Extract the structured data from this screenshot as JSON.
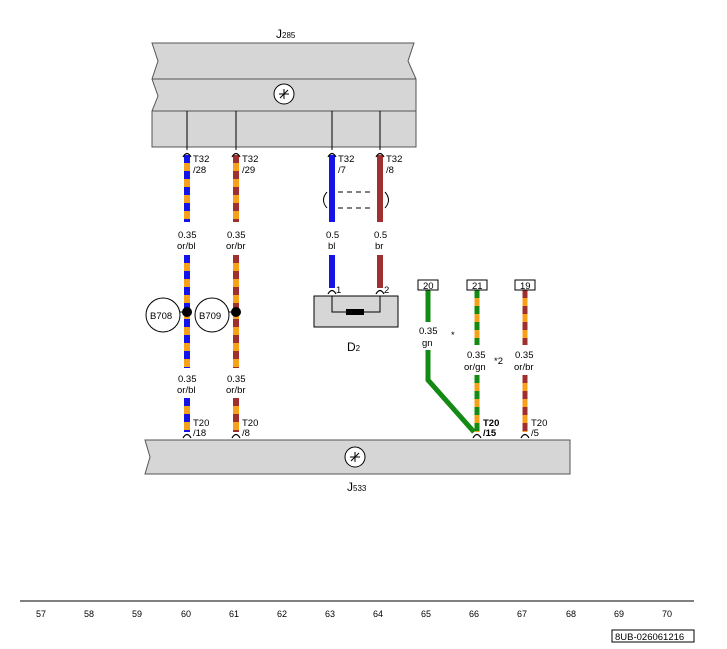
{
  "components": {
    "j285": {
      "label": "J",
      "sub": "285"
    },
    "j533": {
      "label": "J",
      "sub": "533"
    },
    "d2": {
      "label": "D",
      "sub": "2"
    }
  },
  "connectors_top": [
    {
      "line1": "T32",
      "line2": "/28"
    },
    {
      "line1": "T32",
      "line2": "/29"
    },
    {
      "line1": "T32",
      "line2": "/7"
    },
    {
      "line1": "T32",
      "line2": "/8"
    }
  ],
  "wire_specs": [
    {
      "size": "0.35",
      "color": "or/bl"
    },
    {
      "size": "0.35",
      "color": "or/br"
    },
    {
      "size": "0.5",
      "color": "bl"
    },
    {
      "size": "0.5",
      "color": "br"
    },
    {
      "size": "0.35",
      "color": "or/bl"
    },
    {
      "size": "0.35",
      "color": "or/br"
    },
    {
      "size": "0.35",
      "color": "gn"
    },
    {
      "size": "0.35",
      "color": "or/gn"
    },
    {
      "size": "0.35",
      "color": "or/br"
    }
  ],
  "splices": [
    {
      "label": "B708"
    },
    {
      "label": "B709"
    }
  ],
  "d2_pins": [
    "1",
    "2"
  ],
  "ref_boxes": [
    "20",
    "21",
    "19"
  ],
  "note_marker": "*2",
  "note_dot": "*",
  "connectors_bottom": [
    {
      "line1": "T20",
      "line2": "/18"
    },
    {
      "line1": "T20",
      "line2": "/8"
    },
    {
      "line1": "T20",
      "line2": "/15"
    },
    {
      "line1": "T20",
      "line2": "/5"
    }
  ],
  "footer": {
    "numbers": [
      "57",
      "58",
      "59",
      "60",
      "61",
      "62",
      "63",
      "64",
      "65",
      "66",
      "67",
      "68",
      "69",
      "70"
    ],
    "code": "8UB-026061216"
  },
  "colors": {
    "orange": "#f5a21a",
    "blue": "#1414e6",
    "brown": "#a03030",
    "green": "#138a13",
    "block_fill": "#d6d6d6"
  }
}
